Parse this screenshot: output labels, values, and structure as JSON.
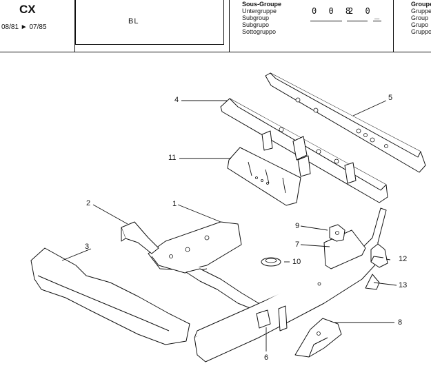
{
  "header": {
    "model": "CX",
    "dates": "08/81 ► 07/85",
    "version_label": "BL",
    "subgroup_titles": [
      "Sous-Groupe",
      "Untergruppe",
      "Subgroup",
      "Subgrupo",
      "Sottogruppo"
    ],
    "subgroup_code": [
      "0 0 8",
      "2 0",
      "_"
    ],
    "group_titles": [
      "Groupe",
      "Gruppe",
      "Group",
      "Grupo",
      "Gruppo"
    ]
  },
  "parts": [
    "1",
    "2",
    "3",
    "4",
    "5",
    "6",
    "7",
    "8",
    "9",
    "10",
    "11",
    "12",
    "13"
  ]
}
